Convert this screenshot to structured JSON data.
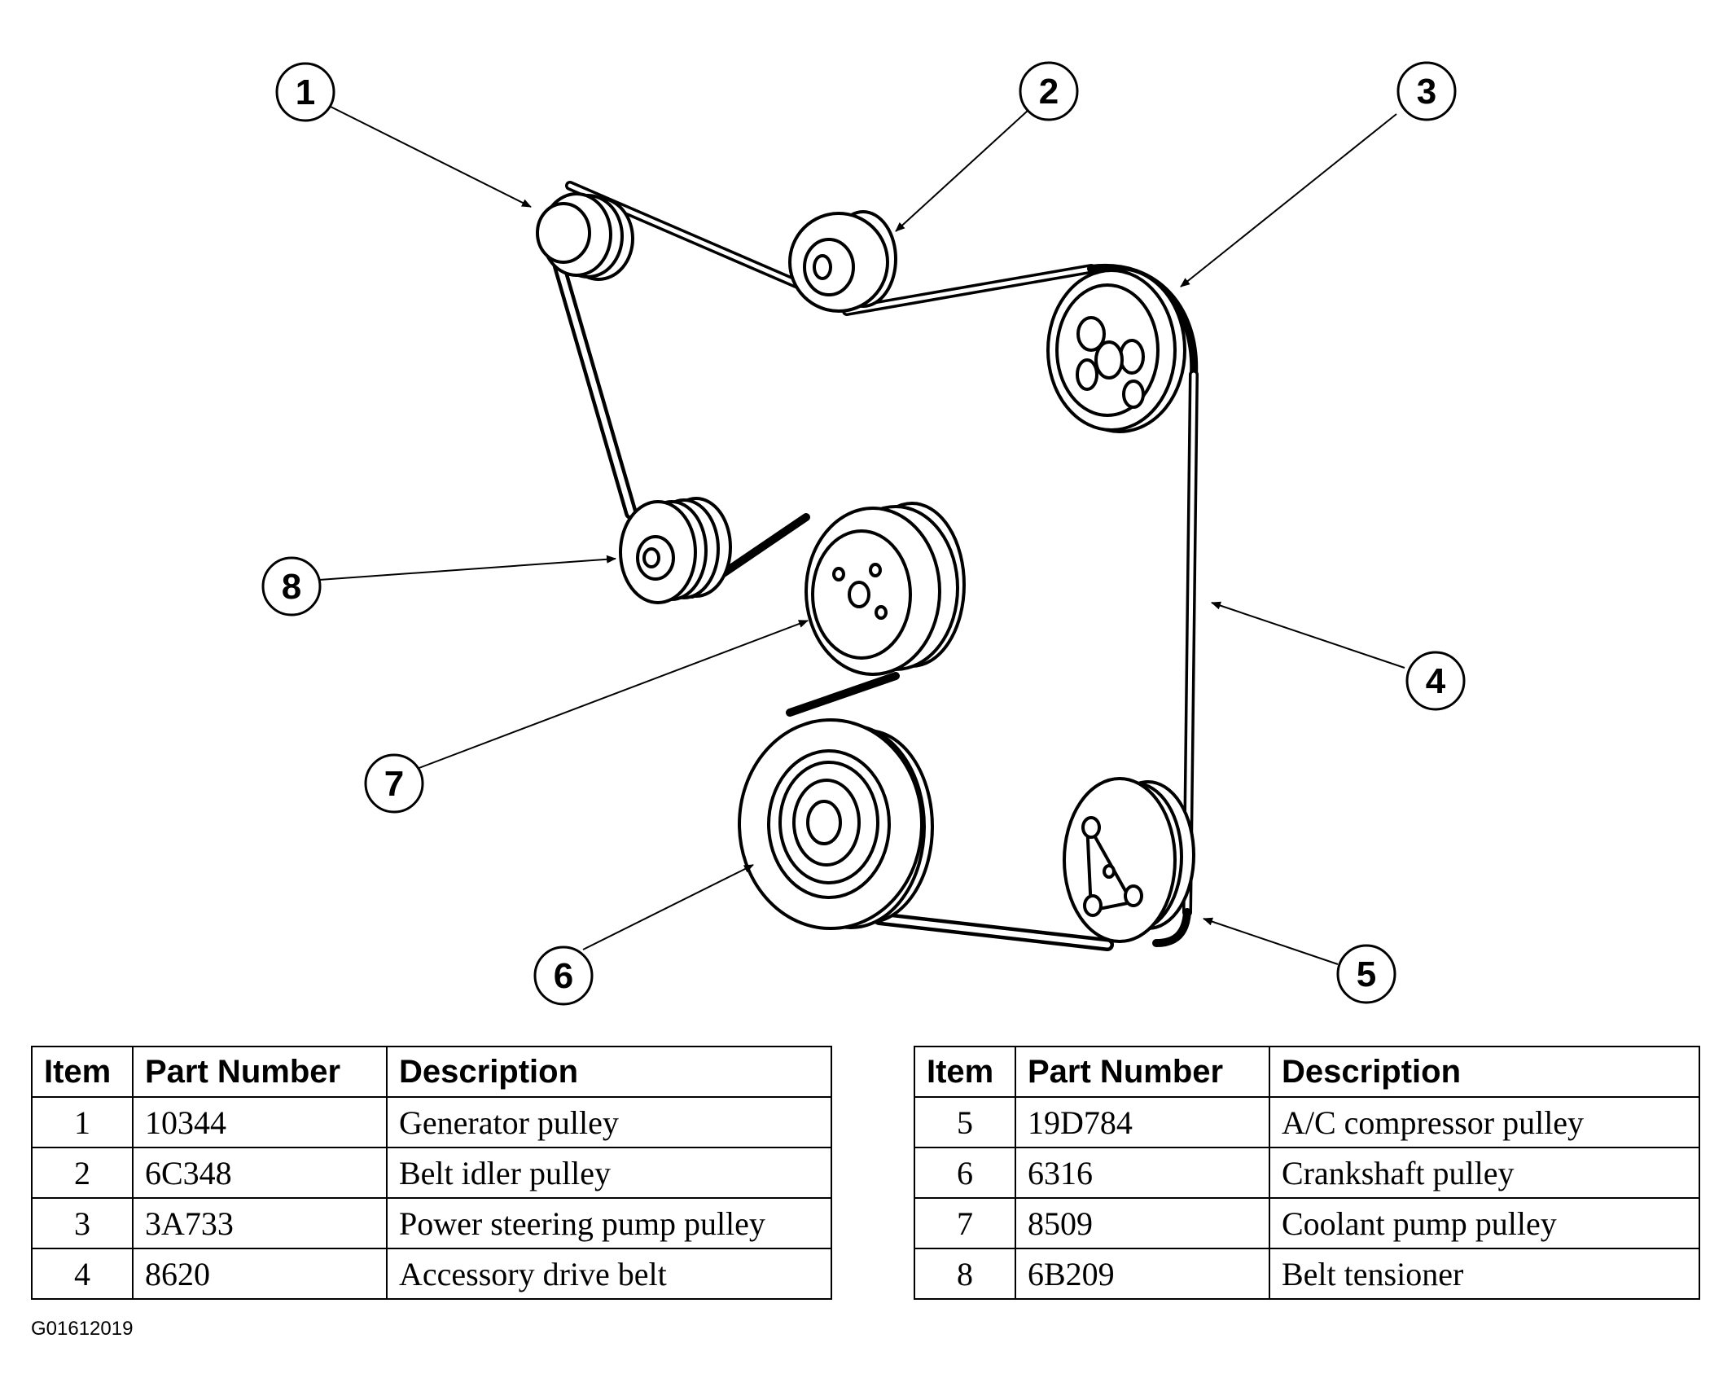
{
  "callouts": [
    "1",
    "2",
    "3",
    "4",
    "5",
    "6",
    "7",
    "8"
  ],
  "table_headers": {
    "item": "Item",
    "part_number": "Part Number",
    "description": "Description"
  },
  "parts_left": [
    {
      "item": "1",
      "part_number": "10344",
      "description": "Generator pulley"
    },
    {
      "item": "2",
      "part_number": "6C348",
      "description": "Belt idler pulley"
    },
    {
      "item": "3",
      "part_number": "3A733",
      "description": "Power steering pump pulley"
    },
    {
      "item": "4",
      "part_number": "8620",
      "description": "Accessory drive belt"
    }
  ],
  "parts_right": [
    {
      "item": "5",
      "part_number": "19D784",
      "description": "A/C compressor pulley"
    },
    {
      "item": "6",
      "part_number": "6316",
      "description": "Crankshaft pulley"
    },
    {
      "item": "7",
      "part_number": "8509",
      "description": "Coolant pump pulley"
    },
    {
      "item": "8",
      "part_number": "6B209",
      "description": "Belt tensioner"
    }
  ],
  "figure_code": "G01612019"
}
